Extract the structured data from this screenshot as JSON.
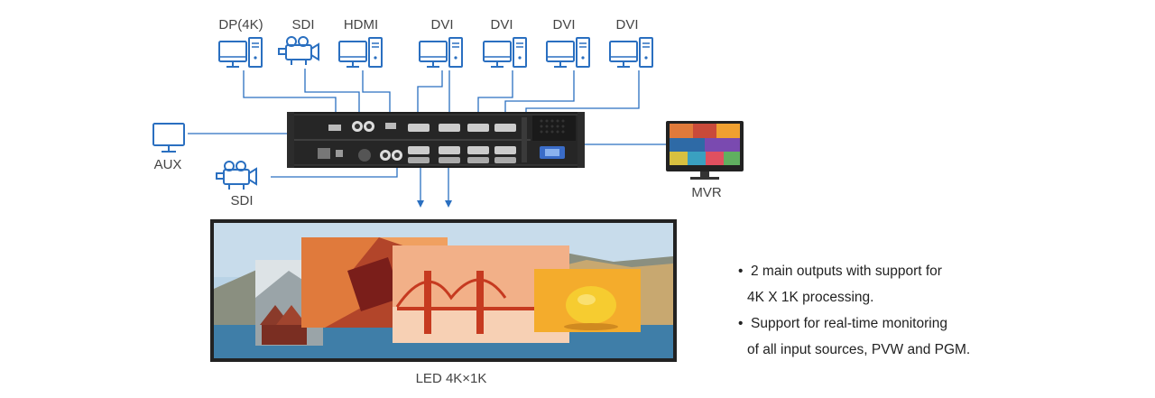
{
  "inputs": {
    "dp": "DP(4K)",
    "sdi_top": "SDI",
    "hdmi": "HDMI",
    "dvi1": "DVI",
    "dvi2": "DVI",
    "dvi3": "DVI",
    "dvi4": "DVI",
    "aux": "AUX",
    "sdi_side": "SDI"
  },
  "mvr_label": "MVR",
  "screen_label": "LED 4K×1K",
  "features": [
    {
      "line1": "2 main outputs with support for",
      "line2": "4K X 1K processing."
    },
    {
      "line1": "Support for real-time monitoring",
      "line2": "of all input sources, PVW and PGM."
    }
  ],
  "colors": {
    "line": "#2a6fc0",
    "device": "#1e1e1e",
    "icon": "#2a6fc0"
  }
}
